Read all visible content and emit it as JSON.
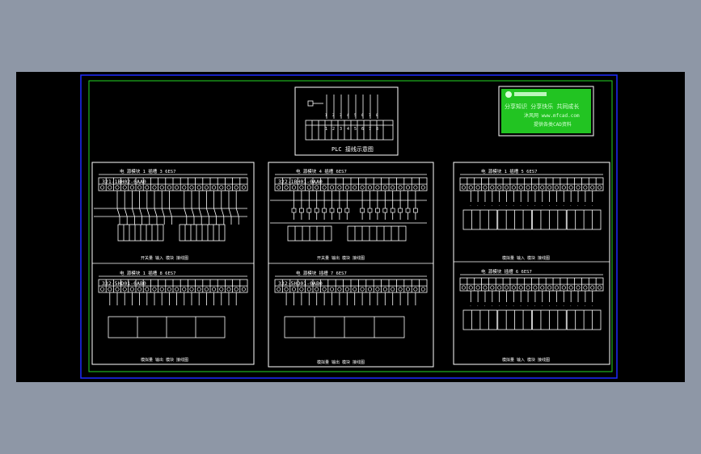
{
  "colors": {
    "background": "#8e97a6",
    "canvas": "#000000",
    "lines": "#ffffff",
    "outer_frame": "#1e2bff",
    "inner_frame": "#23d923",
    "logo_panel": "#22c422",
    "logo_text": "#d8ffd8"
  },
  "logo": {
    "line1": "分享知识 分享快乐 共同成长",
    "line2": "沐风网 www.mfcad.com",
    "line3": "提供各类CAD资料"
  },
  "diagrams": {
    "plc": {
      "title": "PLC 接线示意图",
      "labels": [
        "1",
        "2",
        "3",
        "4",
        "5",
        "6",
        "7",
        "8"
      ]
    },
    "p1": {
      "header": "电 源模块 1 插槽 3 6ES7",
      "model": "321-1BH02-0AA0",
      "footer": "开关量 输入 模块 接线图"
    },
    "p2": {
      "header": "电 源模块 4 插槽 6ES7",
      "model": "322-1BH01-0AA0",
      "footer": "开关量 输出 模块 接线图"
    },
    "p3": {
      "header": "电 源模块 1 插槽 5 6ES7",
      "model": "",
      "footer": "模拟量 输入 模块 接线图"
    },
    "p4": {
      "header": "电 源模块 1 插槽 8 6ES7",
      "model": "332-5HD01-0AB0",
      "footer": "模拟量 输出 模块 接线图"
    },
    "p5": {
      "header": "电 源模块 插槽 7 6ES7",
      "model": "332-5HD01-0AB0",
      "footer": "模拟量 输出 模块 接线图"
    },
    "p6": {
      "header": "电 源模块 插槽 6 6ES7",
      "model": "",
      "footer": "模拟量 输入 模块 接线图"
    }
  }
}
